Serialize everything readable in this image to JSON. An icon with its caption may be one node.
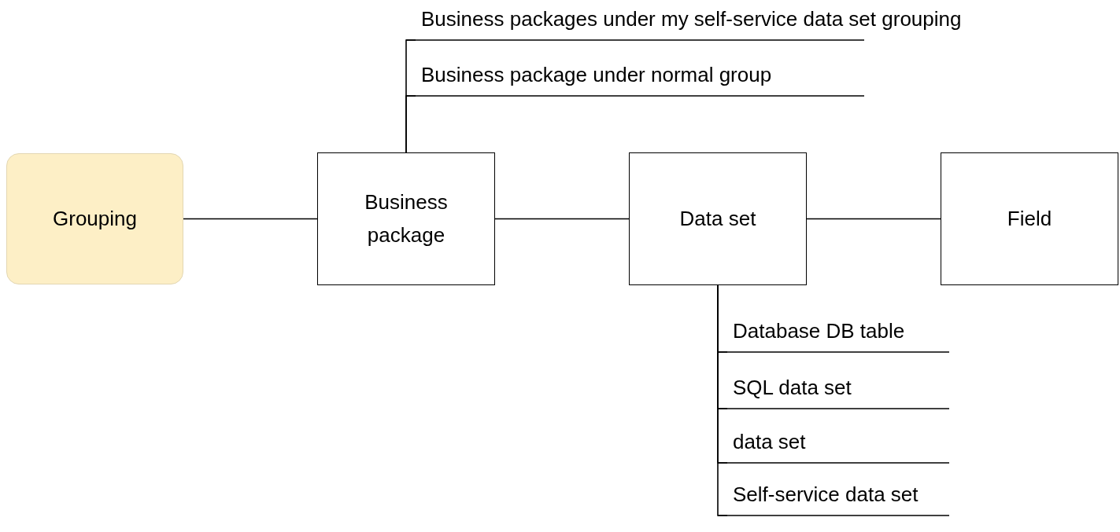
{
  "diagram": {
    "nodes": [
      {
        "text": [
          "Grouping"
        ]
      },
      {
        "text": [
          "Business package"
        ]
      },
      {
        "text": [
          "Data set"
        ]
      },
      {
        "text": [
          "Field"
        ]
      },
      {
        "text": [
          "Business packages under my self-service data set grouping"
        ]
      },
      {
        "text": [
          "Business package under normal group"
        ]
      },
      {
        "text": [
          "Database DB table"
        ]
      },
      {
        "text": [
          "SQL data set"
        ]
      },
      {
        "text": [
          "data set"
        ]
      },
      {
        "text": [
          "Self-service data set"
        ]
      }
    ],
    "edges": [
      {
        "from": 0,
        "to": 1,
        "arrow": "none"
      },
      {
        "from": 1,
        "to": 2,
        "arrow": "none"
      },
      {
        "from": 2,
        "to": 3,
        "arrow": "none"
      },
      {
        "from": 1,
        "to": 4,
        "arrow": "none"
      },
      {
        "from": 1,
        "to": 5,
        "arrow": "none"
      },
      {
        "from": 2,
        "to": 6,
        "arrow": "none"
      },
      {
        "from": 2,
        "to": 7,
        "arrow": "none"
      },
      {
        "from": 2,
        "to": 8,
        "arrow": "none"
      },
      {
        "from": 2,
        "to": 9,
        "arrow": "none"
      }
    ]
  }
}
